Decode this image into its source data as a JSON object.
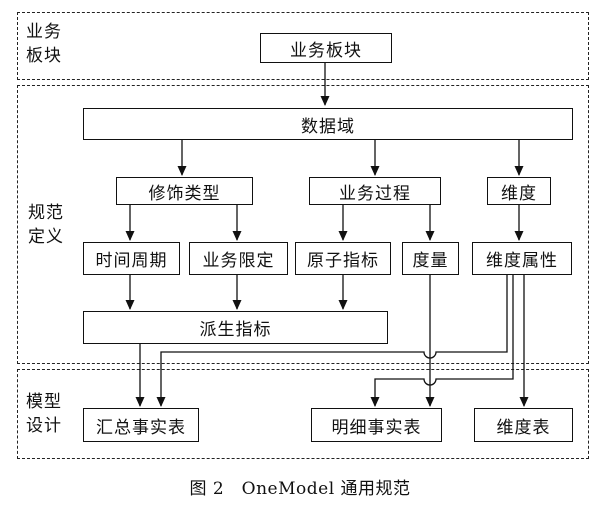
{
  "sections": {
    "business": {
      "label_line1": "业务",
      "label_line2": "板块"
    },
    "spec": {
      "label_line1": "规范",
      "label_line2": "定义"
    },
    "model": {
      "label_line1": "模型",
      "label_line2": "设计"
    }
  },
  "nodes": {
    "business_block": "业务板块",
    "data_domain": "数据域",
    "modifier_type": "修饰类型",
    "business_process": "业务过程",
    "dimension": "维度",
    "time_period": "时间周期",
    "business_limit": "业务限定",
    "atomic_metric": "原子指标",
    "measure": "度量",
    "dimension_attr": "维度属性",
    "derived_metric": "派生指标",
    "summary_fact_table": "汇总事实表",
    "detail_fact_table": "明细事实表",
    "dimension_table": "维度表"
  },
  "caption": "图 2　OneModel 通用规范"
}
